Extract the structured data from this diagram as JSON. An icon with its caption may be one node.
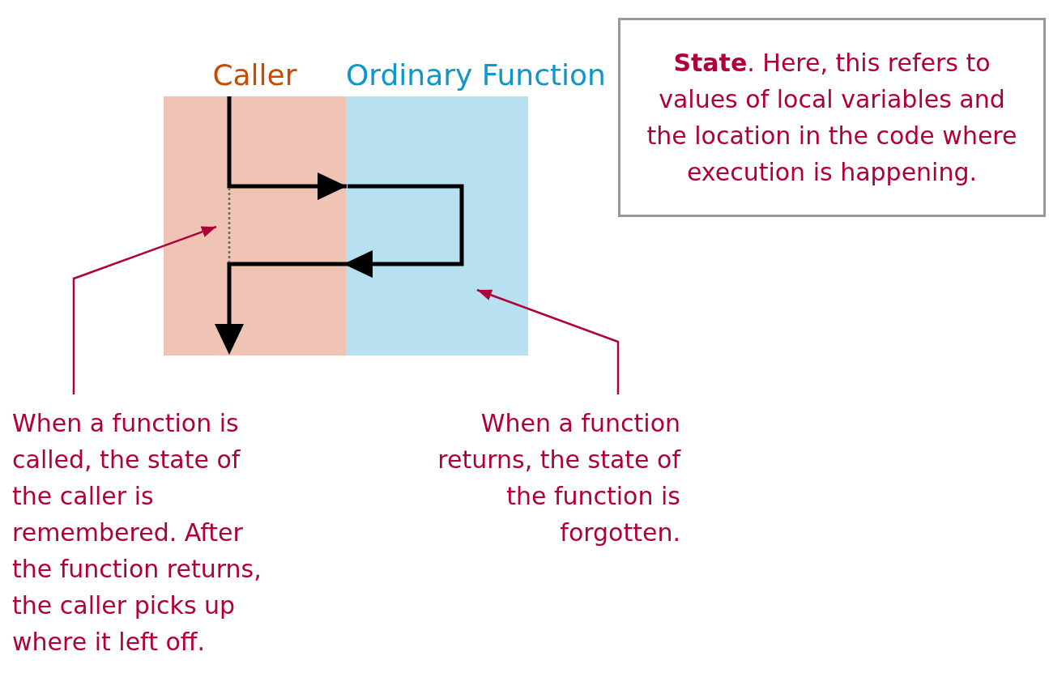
{
  "diagram": {
    "nodes": [
      {
        "text": [
          "Caller"
        ]
      },
      {
        "text": [
          "Ordinary Function"
        ]
      },
      {
        "text": [
          "**State**. Here, this refers to values of local variables and the location in the code where execution is happening."
        ]
      },
      {
        "text": [
          "When a function is called, the state of the caller is remembered. After the function returns, the caller picks up where it left off."
        ]
      },
      {
        "text": [
          "When a function returns, the state of the function is forgotten."
        ]
      }
    ],
    "edges": [
      {
        "from": 0,
        "to": 1,
        "arrow": "to",
        "style": "thick"
      },
      {
        "from": 1,
        "to": 0,
        "arrow": "to",
        "style": "thick"
      },
      {
        "from": 3,
        "to": 0,
        "arrow": "to",
        "color": "#b0003a"
      },
      {
        "from": 4,
        "to": 1,
        "arrow": "to",
        "color": "#b0003a"
      }
    ]
  }
}
